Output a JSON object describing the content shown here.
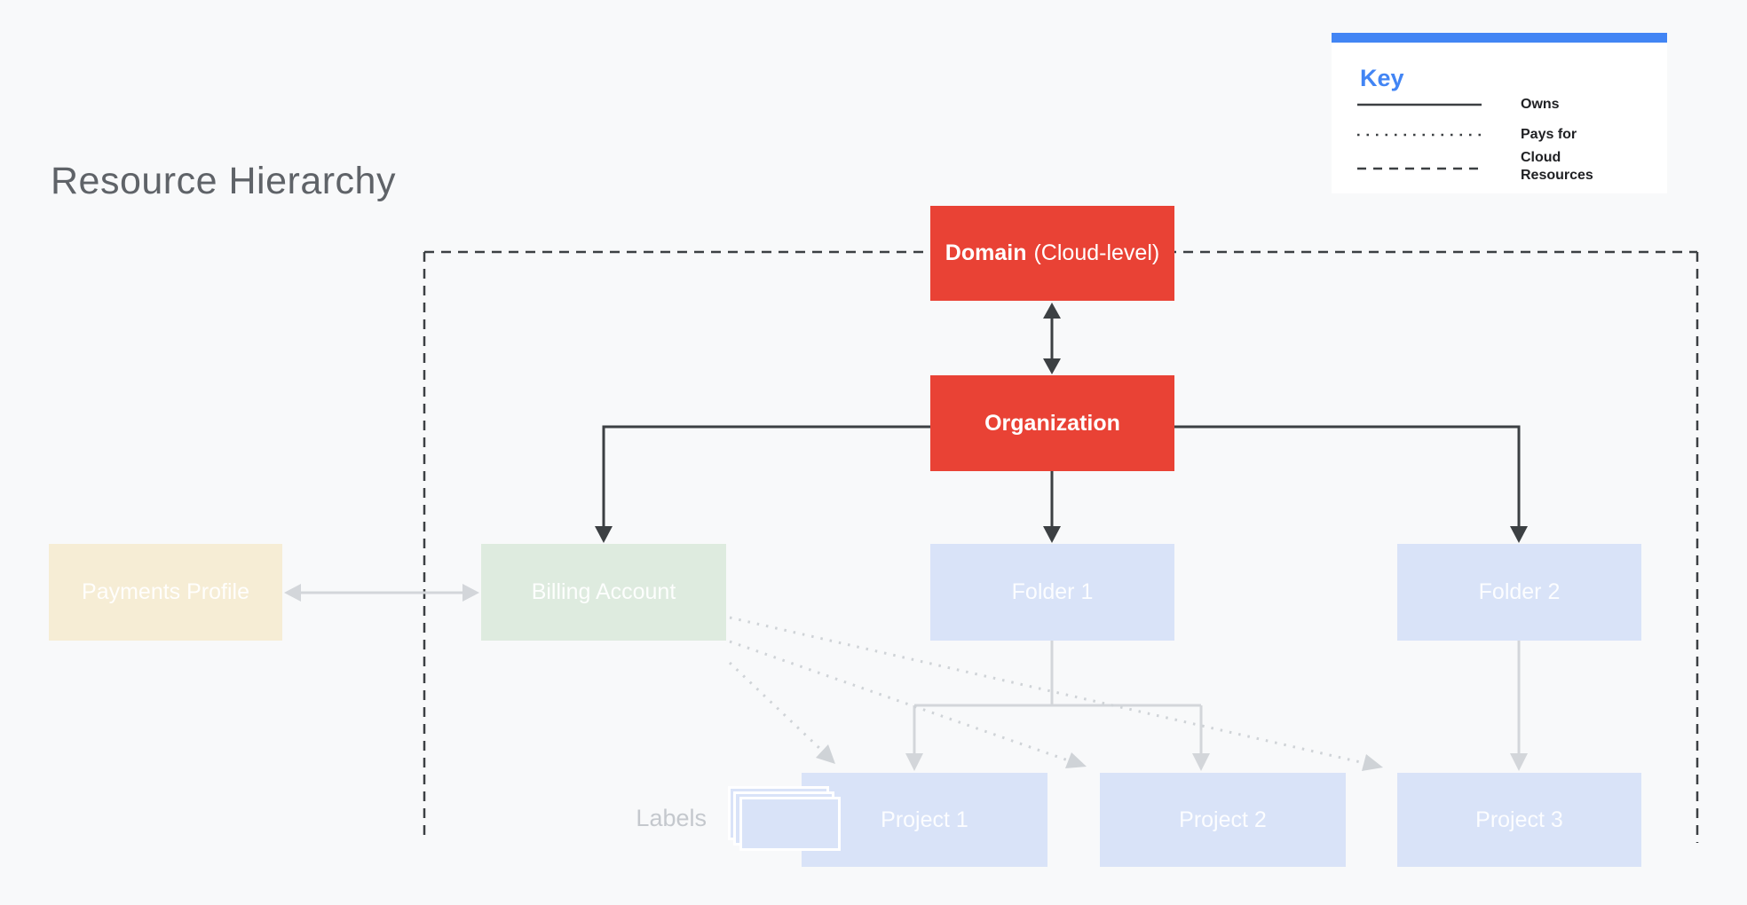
{
  "title": "Resource Hierarchy",
  "legend": {
    "heading": "Key",
    "items": [
      {
        "line_style": "solid",
        "label": "Owns"
      },
      {
        "line_style": "dotted",
        "label": "Pays for"
      },
      {
        "line_style": "dashed",
        "label": "Cloud Resources"
      }
    ]
  },
  "diagram": {
    "domain": {
      "label_bold": "Domain",
      "label_rest": "(Cloud-level)"
    },
    "organization": {
      "label": "Organization"
    },
    "payments_profile": {
      "label": "Payments Profile"
    },
    "billing_account": {
      "label": "Billing Account"
    },
    "folder_1": {
      "label": "Folder 1"
    },
    "folder_2": {
      "label": "Folder 2"
    },
    "project_1": {
      "label": "Project 1"
    },
    "project_2": {
      "label": "Project 2"
    },
    "project_3": {
      "label": "Project 3"
    },
    "labels_annotation": {
      "label": "Labels"
    }
  },
  "colors": {
    "background": "#F8F9FA",
    "cloud_red": "#E94235",
    "folder_blue": "#D9E3F8",
    "billing_green": "#DEEBDF",
    "payments_cream": "#F6EDD5",
    "legend_blue": "#4285F4",
    "dark_line": "#3C4043",
    "faded_line": "#D3D6DA",
    "dotted_line": "#CFD3D7",
    "title_gray": "#5F6368",
    "legend_text": "#202124",
    "labels_text": "#C4C8CD"
  }
}
